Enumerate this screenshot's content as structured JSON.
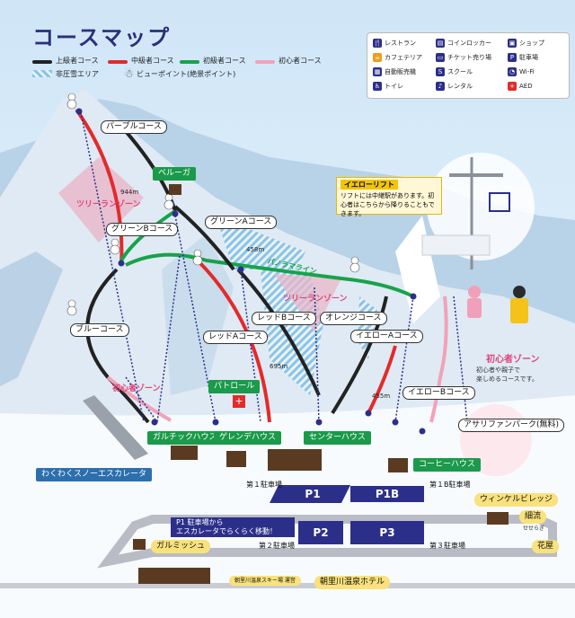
{
  "title": "コースマップ",
  "legend": {
    "advanced": "上級者コース",
    "intermediate": "中級者コース",
    "beginner": "初級者コース",
    "novice": "初心者コース",
    "ungroomed": "非圧雪エリア",
    "viewpoint": "ビューポイント(絶景ポイント)",
    "colors": {
      "advanced": "#222222",
      "intermediate": "#e22b2b",
      "beginner": "#17a34a",
      "novice": "#f2a2b8"
    }
  },
  "facilities": [
    {
      "icon": "restaurant-icon",
      "glyph": "🍴",
      "label": "レストラン"
    },
    {
      "icon": "cafe-icon",
      "glyph": "☕",
      "label": "カフェテリア"
    },
    {
      "icon": "vending-icon",
      "glyph": "▦",
      "label": "自動販売機"
    },
    {
      "icon": "toilet-icon",
      "glyph": "♿",
      "label": "トイレ"
    },
    {
      "icon": "locker-icon",
      "glyph": "▤",
      "label": "コインロッカー"
    },
    {
      "icon": "ticket-icon",
      "glyph": "▭",
      "label": "チケット売り場"
    },
    {
      "icon": "school-icon",
      "glyph": "S",
      "label": "スクール"
    },
    {
      "icon": "rental-icon",
      "glyph": "♪",
      "label": "レンタル"
    },
    {
      "icon": "shop-icon",
      "glyph": "▣",
      "label": "ショップ"
    },
    {
      "icon": "parking-icon",
      "glyph": "P",
      "label": "駐車場"
    },
    {
      "icon": "wifi-icon",
      "glyph": "◔",
      "label": "Wi-Fi"
    },
    {
      "icon": "aed-icon",
      "glyph": "+",
      "label": "AED"
    }
  ],
  "courses": {
    "purple": "パープルコース",
    "green_b": "グリーンBコース",
    "green_a": "グリーンAコース",
    "blue": "ブルーコース",
    "red_b": "レッドBコース",
    "orange": "オレンジコース",
    "red_a": "レッドAコース",
    "yellow_a": "イエローAコース",
    "yellow_b": "イエローBコース",
    "panorama": "パノラマライン"
  },
  "zones": {
    "tree_run_1": "ツリーランゾーン",
    "tree_run_2": "ツリーランゾーン",
    "novice_zone_1": "初心者ゾーン",
    "novice_zone_2": "初心者ゾーン",
    "novice_desc": "初心者や親子で\n楽しめるコースです。"
  },
  "elevations": {
    "e944": "944m",
    "e458": "458m",
    "e695": "695m",
    "e455": "455m"
  },
  "yellow_lift": {
    "title": "イエローリフト",
    "note": "リフトには中継駅があります。初心者はこちらから降りることもできます。"
  },
  "buildings": {
    "beluga": "ベルーガ",
    "patrol": "パトロール",
    "galchick": "ガルチックハウス",
    "gelende": "ゲレンデハウス",
    "center": "センターハウス",
    "coffee": "コーヒーハウス",
    "escalator": "わくわくスノーエスカレータ",
    "asahi_park": "アサリファンパーク(無料)",
    "winkel": "ウィンケルビレッジ",
    "hosoryu": "細流",
    "hosoryu_sub": "せせらぎ",
    "garumisshu": "ガルミッシュ",
    "hanaya": "花屋",
    "hotel": "朝里川温泉ホテル",
    "hotel_tag": "朝里川温泉スキー場 運営"
  },
  "parking": {
    "p1": "P1",
    "p1b": "P1B",
    "p2": "P2",
    "p3": "P3",
    "lot1": "第１駐車場",
    "lot1b": "第１B駐車場",
    "lot2": "第２駐車場",
    "lot3": "第３駐車場",
    "p1_note": "P1 駐車場から\nエスカレータでらくらく移動！"
  }
}
